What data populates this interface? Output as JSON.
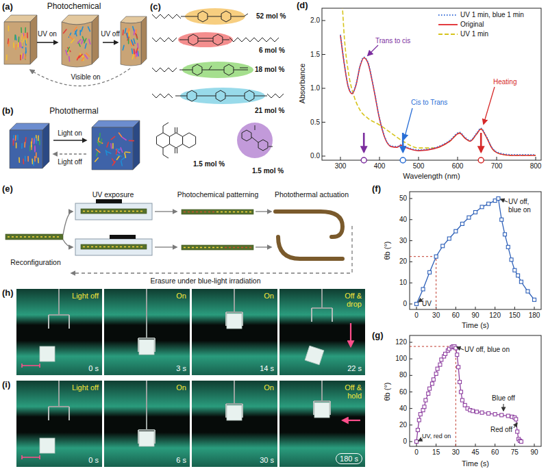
{
  "diagram": {
    "nodes": [
      {
        "text": [
          "Light off",
          "0 s"
        ]
      },
      {
        "text": [
          "On",
          "3 s"
        ]
      },
      {
        "text": [
          "On",
          "14 s"
        ]
      },
      {
        "text": [
          "Off & drop",
          "22 s"
        ]
      },
      {
        "text": [
          "Light off",
          "0 s"
        ]
      },
      {
        "text": [
          "On",
          "6 s"
        ]
      },
      {
        "text": [
          "On",
          "30 s"
        ]
      },
      {
        "text": [
          "Off & hold"
        ]
      },
      {
        "text": [
          "180 s"
        ],
        "in": 7
      }
    ],
    "labels": [
      "(a)",
      "Photochemical",
      "UV on",
      "UV off",
      "Visible on",
      "(b)",
      "Photothermal",
      "Light on",
      "Light off",
      "(c)",
      "52 mol %",
      "6 mol %",
      "18 mol %",
      "21 mol %",
      "1.5 mol %",
      "1.5 mol %",
      "(d)",
      "0.0",
      "0.5",
      "1.0",
      "1.5",
      "2.0",
      "300",
      "400",
      "500",
      "600",
      "700",
      "800",
      "Absorbance",
      "Wavelength (nm)",
      "Trans to cis",
      "Cis to Trans",
      "Heating",
      "(e)",
      "UV exposure",
      "Photochemical patterning",
      "Photothermal actuation",
      "Reconfiguration",
      "Erasure under blue-light irradiation",
      "(f)",
      "0",
      "10",
      "20",
      "30",
      "40",
      "50",
      "0",
      "30",
      "60",
      "90",
      "120",
      "150",
      "180",
      "θb (°)",
      "Time (s)",
      "UV",
      "UV off, blue on",
      "(g)",
      "0",
      "20",
      "40",
      "60",
      "80",
      "100",
      "120",
      "0",
      "15",
      "30",
      "45",
      "60",
      "75",
      "90",
      "θb (°)",
      "Time (s)",
      "UV, red on",
      "UV off, blue on",
      "Blue off",
      "Red off",
      "(h)",
      "(i)"
    ],
    "legend": [
      {
        "text": "UV 1 min, blue 1 min"
      },
      {
        "text": "Original"
      },
      {
        "text": "UV 1 min"
      }
    ]
  }
}
